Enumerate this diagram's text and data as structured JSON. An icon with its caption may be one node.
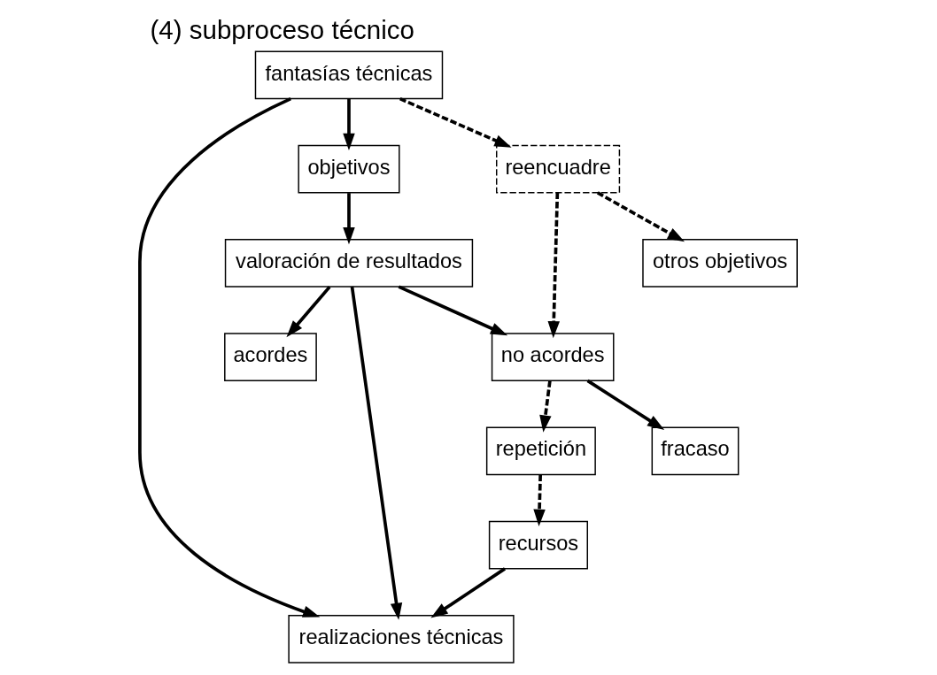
{
  "diagram": {
    "title": "(4) subproceso técnico",
    "nodes": [
      {
        "text": [
          "fantasías técnicas"
        ]
      },
      {
        "text": [
          "objetivos"
        ]
      },
      {
        "text": [
          "otros objetivos"
        ]
      },
      {
        "text": [
          "realizaciones técnicas"
        ]
      },
      {
        "text": [
          "acordes"
        ]
      },
      {
        "text": [
          "recursos"
        ]
      },
      {
        "text": [
          "valoración de resultados"
        ]
      },
      {
        "text": [
          "no acordes"
        ]
      },
      {
        "text": [
          "reencuadre"
        ]
      },
      {
        "text": [
          "repetición"
        ]
      },
      {
        "text": [
          "fracaso"
        ]
      }
    ],
    "edges": [
      {
        "from": 0,
        "to": 1,
        "arrow": "to"
      },
      {
        "from": 0,
        "to": 3,
        "arrow": "to"
      },
      {
        "from": 5,
        "to": 3,
        "arrow": "to"
      },
      {
        "from": 1,
        "to": 6,
        "arrow": "to"
      },
      {
        "from": 6,
        "to": 3,
        "arrow": "to"
      },
      {
        "from": 6,
        "to": 4,
        "arrow": "to"
      },
      {
        "from": 6,
        "to": 7,
        "arrow": "to"
      },
      {
        "from": 7,
        "to": 10,
        "arrow": "to"
      },
      {
        "from": 0,
        "to": 8,
        "arrow": "to",
        "style": "dashed"
      },
      {
        "from": 8,
        "to": 7,
        "arrow": "to",
        "style": "dashed"
      },
      {
        "from": 8,
        "to": 2,
        "arrow": "to",
        "style": "dashed"
      },
      {
        "from": 7,
        "to": 9,
        "arrow": "to",
        "style": "dashed"
      },
      {
        "from": 9,
        "to": 5,
        "arrow": "to",
        "style": "dashed"
      }
    ]
  }
}
